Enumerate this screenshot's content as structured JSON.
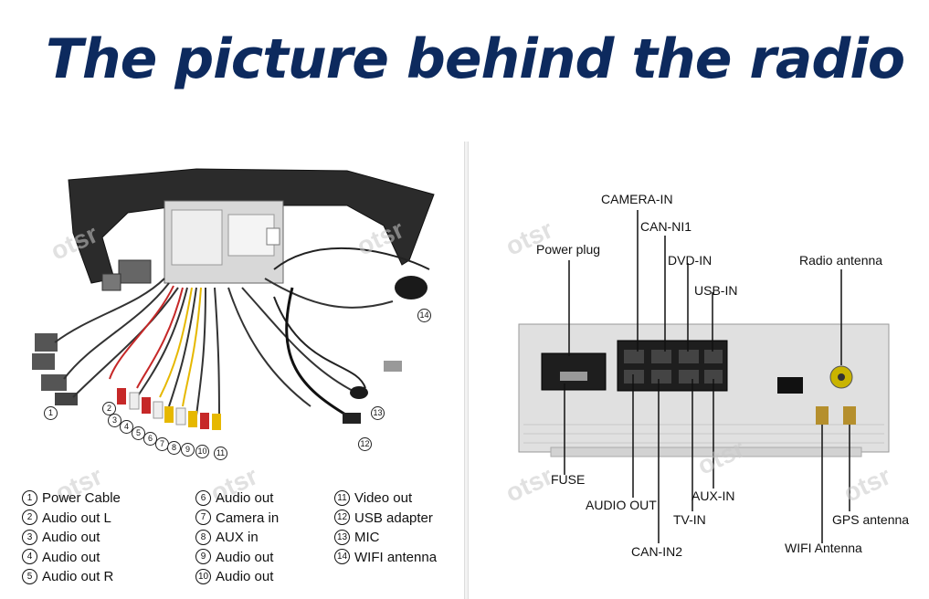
{
  "title": "The picture behind the radio",
  "watermark": "otsr",
  "left_legend": {
    "col1": [
      {
        "num": "1",
        "label": "Power Cable"
      },
      {
        "num": "2",
        "label": "Audio out L"
      },
      {
        "num": "3",
        "label": "Audio out"
      },
      {
        "num": "4",
        "label": "Audio out"
      },
      {
        "num": "5",
        "label": "Audio out R"
      }
    ],
    "col2": [
      {
        "num": "6",
        "label": "Audio out"
      },
      {
        "num": "7",
        "label": "Camera in"
      },
      {
        "num": "8",
        "label": "AUX in"
      },
      {
        "num": "9",
        "label": "Audio out"
      },
      {
        "num": "10",
        "label": "Audio out"
      }
    ],
    "col3": [
      {
        "num": "11",
        "label": "Video out"
      },
      {
        "num": "12",
        "label": "USB adapter"
      },
      {
        "num": "13",
        "label": "MIC"
      },
      {
        "num": "14",
        "label": "WIFI antenna"
      }
    ]
  },
  "callouts": {
    "c1": "1",
    "c2": "2",
    "c3": "3",
    "c4": "4",
    "c5": "5",
    "c6": "6",
    "c7": "7",
    "c8": "8",
    "c9": "9",
    "c10": "10",
    "c11": "11",
    "c12": "12",
    "c13": "13",
    "c14": "14"
  },
  "right_labels": {
    "camera_in": "CAMERA-IN",
    "can_ni1": "CAN-NI1",
    "dvd_in": "DVD-IN",
    "usb_in": "USB-IN",
    "power_plug": "Power plug",
    "radio_antenna": "Radio antenna",
    "fuse": "FUSE",
    "audio_out": "AUDIO OUT",
    "aux_in": "AUX-IN",
    "tv_in": "TV-IN",
    "can_in2": "CAN-IN2",
    "gps_antenna": "GPS antenna",
    "wifi_antenna": "WIFI Antenna"
  },
  "colors": {
    "title": "#0d2a5e",
    "unit": "#dcdcdc",
    "bracket": "#2a2a2a"
  }
}
